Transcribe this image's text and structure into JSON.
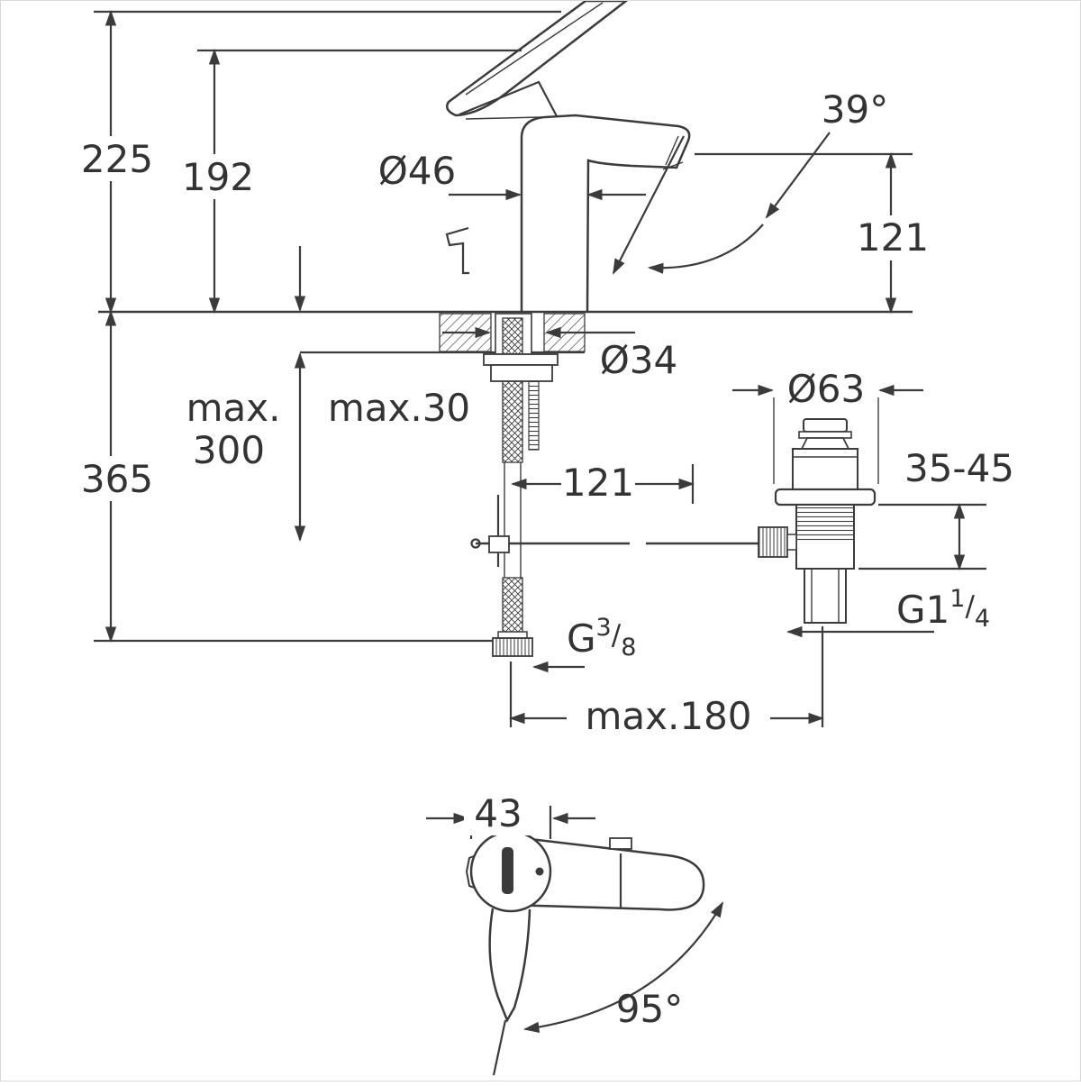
{
  "side_view": {
    "overall_height": "225",
    "spout_top_height": "192",
    "body_diameter": "Ø46",
    "spout_angle": "39°",
    "spout_outlet_height": "121",
    "mounting_hole_diameter": "Ø34",
    "max_label": "max.",
    "max_below_deck": "300",
    "max_deck_thickness": "max.30",
    "total_below_height": "365",
    "rod_reach": "121",
    "drain_flange_diameter": "Ø63",
    "drain_adjust_range": "35-45",
    "drain_thread_base": "G1",
    "drain_thread_num": "1",
    "drain_thread_slash": "/",
    "drain_thread_den": "4",
    "supply_thread_base": "G",
    "supply_thread_num": "3",
    "supply_thread_slash": "/",
    "supply_thread_den": "8",
    "max_projection": "max.180"
  },
  "top_view": {
    "lever_width": "43",
    "swivel_angle": "95°"
  }
}
